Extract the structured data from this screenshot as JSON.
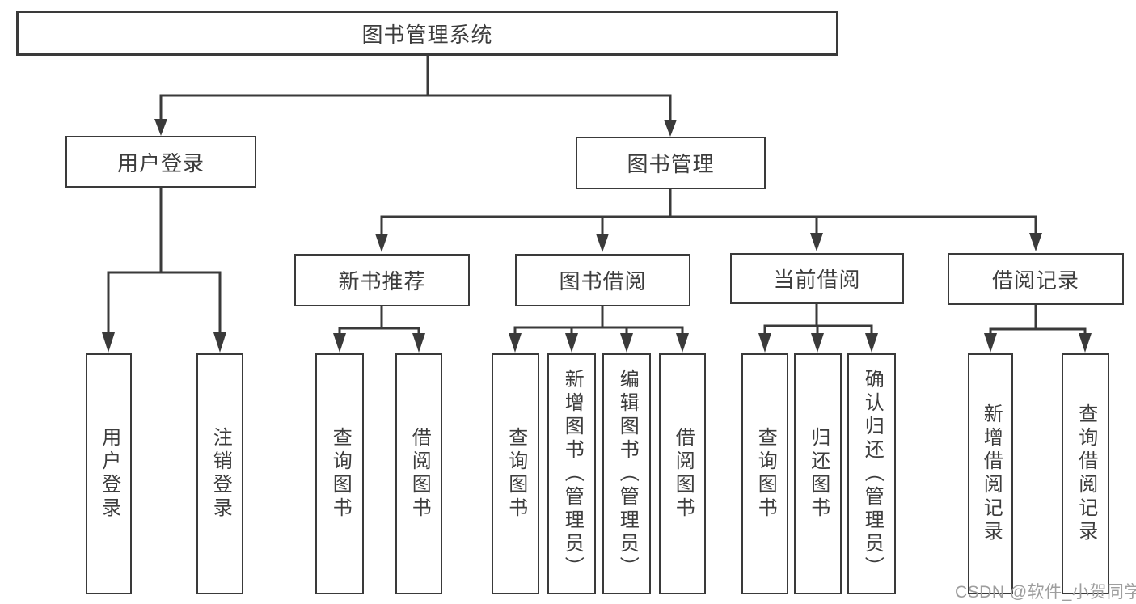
{
  "nodes": {
    "root": {
      "label": "图书管理系统"
    },
    "user_login": {
      "label": "用户登录"
    },
    "book_mgmt": {
      "label": "图书管理"
    },
    "new_book_rec": {
      "label": "新书推荐"
    },
    "book_borrow": {
      "label": "图书借阅"
    },
    "current_borrow": {
      "label": "当前借阅"
    },
    "borrow_record": {
      "label": "借阅记录"
    },
    "leaf_user_login": {
      "label": "用户登录"
    },
    "leaf_logout": {
      "label": "注销登录"
    },
    "leaf_query_book_1": {
      "label": "查询图书"
    },
    "leaf_borrow_book_1": {
      "label": "借阅图书"
    },
    "leaf_query_book_2": {
      "label": "查询图书"
    },
    "leaf_add_book": {
      "label": "新增图书（管理员）"
    },
    "leaf_edit_book": {
      "label": "编辑图书（管理员）"
    },
    "leaf_borrow_book_2": {
      "label": "借阅图书"
    },
    "leaf_query_book_3": {
      "label": "查询图书"
    },
    "leaf_return_book": {
      "label": "归还图书"
    },
    "leaf_confirm_return": {
      "label": "确认归还（管理员）"
    },
    "leaf_add_record": {
      "label": "新增借阅记录"
    },
    "leaf_query_record": {
      "label": "查询借阅记录"
    }
  },
  "hierarchy": {
    "图书管理系统": {
      "用户登录": [
        "用户登录",
        "注销登录"
      ],
      "图书管理": {
        "新书推荐": [
          "查询图书",
          "借阅图书"
        ],
        "图书借阅": [
          "查询图书",
          "新增图书（管理员）",
          "编辑图书（管理员）",
          "借阅图书"
        ],
        "当前借阅": [
          "查询图书",
          "归还图书",
          "确认归还（管理员）"
        ],
        "借阅记录": [
          "新增借阅记录",
          "查询借阅记录"
        ]
      }
    }
  },
  "watermark": {
    "text": "CSDN @软件_小贺同学"
  },
  "colors": {
    "line": "#3a3a3a",
    "text": "#3d3d3d",
    "watermark": "#9e9e9e",
    "background": "#ffffff"
  }
}
